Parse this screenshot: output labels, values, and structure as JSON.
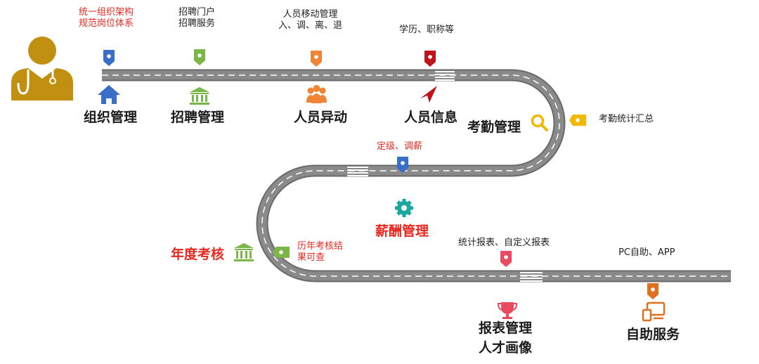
{
  "colors": {
    "road": "#8a8a8a",
    "road_edge": "#6a6a6a",
    "dash": "#ffffff",
    "blue": "#3a6fc9",
    "green": "#7ab648",
    "orange": "#ef8535",
    "darkred": "#c0141c",
    "red": "#e8281e",
    "gold": "#f0b800",
    "teal": "#1aa79d",
    "person": "#c29011"
  },
  "stops": [
    {
      "id": "org",
      "title": "组织管理",
      "note": [
        "统一组织架构",
        "规范岗位体系"
      ],
      "title_color": "dark",
      "note_color": "red",
      "pin_color": "blue",
      "icon": "house-icon"
    },
    {
      "id": "recruit",
      "title": "招聘管理",
      "note": [
        "招聘门户",
        "招聘服务"
      ],
      "title_color": "dark",
      "note_color": "dark",
      "pin_color": "green",
      "icon": "bank-icon"
    },
    {
      "id": "transfer",
      "title": "人员异动",
      "note": [
        "人员移动管理",
        "入、调、离、退"
      ],
      "title_color": "dark",
      "note_color": "dark",
      "pin_color": "orange",
      "icon": "people-icon"
    },
    {
      "id": "info",
      "title": "人员信息",
      "note": [
        "学历、职称等"
      ],
      "title_color": "dark",
      "note_color": "dark",
      "pin_color": "darkred",
      "icon": "paper-plane-icon"
    },
    {
      "id": "attend",
      "title": "考勤管理",
      "note": [
        "考勤统计汇总"
      ],
      "title_color": "dark",
      "note_color": "dark",
      "pin_color": "gold",
      "icon": "search-icon"
    },
    {
      "id": "salary",
      "title": "薪酬管理",
      "note": [
        "定级、调薪"
      ],
      "title_color": "red",
      "note_color": "red",
      "pin_color": "blue",
      "icon": "gear-icon"
    },
    {
      "id": "annual",
      "title": "年度考核",
      "note": [
        "历年考核结",
        "果可查"
      ],
      "title_color": "red",
      "note_color": "red",
      "pin_color": "green",
      "icon": "bank-icon"
    },
    {
      "id": "report",
      "title": "报表管理",
      "title2": "人才画像",
      "note": [
        "统计报表、自定义报表"
      ],
      "title_color": "dark",
      "note_color": "dark",
      "pin_color": "red",
      "icon": "trophy-icon"
    },
    {
      "id": "self",
      "title": "自助服务",
      "note": [
        "PC自助、APP"
      ],
      "title_color": "dark",
      "note_color": "dark",
      "pin_color": "orange",
      "icon": "devices-icon"
    }
  ]
}
